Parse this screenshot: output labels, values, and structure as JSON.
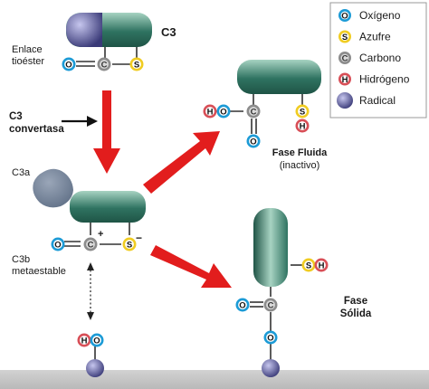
{
  "colors": {
    "protein_dark": "#2f7361",
    "protein_light": "#a7d3c2",
    "radical_dark": "#3a3a78",
    "radical_light": "#c6c6ee",
    "oxygen_ring": "#1c9bd6",
    "sulfur_ring": "#f0cc22",
    "carbon_ring": "#8c8c8c",
    "hydrogen_ring": "#d84f57",
    "arrow": "#e21d1d",
    "surface": "#b9b9b9",
    "c3a": "#5f6f86"
  },
  "legend": {
    "items": [
      {
        "symbol": "O",
        "label": "Oxígeno",
        "kind": "oxygen"
      },
      {
        "symbol": "S",
        "label": "Azufre",
        "kind": "sulfur"
      },
      {
        "symbol": "C",
        "label": "Carbono",
        "kind": "carbon"
      },
      {
        "symbol": "H",
        "label": "Hidrógeno",
        "kind": "hydrogen"
      },
      {
        "symbol": "",
        "label": "Radical",
        "kind": "radical"
      }
    ]
  },
  "labels": {
    "c3_title": "C3",
    "thioester_line1": "Enlace",
    "thioester_line2": "tioéster",
    "convertase_line1": "C3",
    "convertase_line2": "convertasa",
    "c3a": "C3a",
    "c3b_line1": "C3b",
    "c3b_line2": "metaestable",
    "fluid_line1": "Fase Fluida",
    "fluid_line2": "(inactivo)",
    "solid_line1": "Fase",
    "solid_line2": "Sólida",
    "plus_sign": "+",
    "minus_sign": "−",
    "minus_sign_s": "−"
  },
  "atoms": {
    "top_o": "O",
    "top_c": "C",
    "top_s": "S",
    "fluid_h": "H",
    "fluid_o": "O",
    "fluid_c": "C",
    "fluid_o2": "O",
    "fluid_s": "S",
    "fluid_sh": "H",
    "meta_o": "O",
    "meta_c": "C",
    "meta_s": "S",
    "surf_h": "H",
    "surf_o": "O",
    "solid_s": "S",
    "solid_h": "H",
    "solid_o": "O",
    "solid_c": "C",
    "solid_o2": "O"
  }
}
